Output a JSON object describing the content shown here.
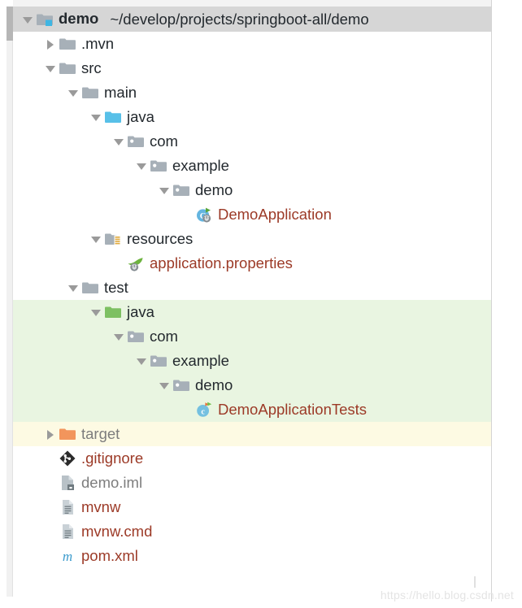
{
  "panel": {
    "name": "project-tool-window",
    "watermark": "https://hello.blog.csdn.net"
  },
  "colors": {
    "header_background": "#d6d6d6",
    "test_source_highlight": "#e9f5e1",
    "excluded_highlight": "#fdfae3",
    "folder_grey": "#a7b0b8",
    "source_root_blue": "#58c0e8",
    "test_root_green": "#7dc062",
    "excluded_orange": "#f2955c",
    "file_text_rust": "#9c3a27",
    "file_text_grey": "#7d7d7d",
    "text_dark": "#23292e"
  },
  "tree": {
    "root": {
      "label": "demo",
      "path": "~/develop/projects/springboot-all/demo",
      "icon": "project-folder-icon",
      "state": "expanded"
    },
    "nodes": [
      {
        "label": ".mvn",
        "icon": "folder-icon",
        "state": "collapsed",
        "depth": 1,
        "text_color": "dark",
        "row_bg": "none"
      },
      {
        "label": "src",
        "icon": "folder-icon",
        "state": "expanded",
        "depth": 1,
        "text_color": "dark",
        "row_bg": "none"
      },
      {
        "label": "main",
        "icon": "folder-icon",
        "state": "expanded",
        "depth": 2,
        "text_color": "dark",
        "row_bg": "none"
      },
      {
        "label": "java",
        "icon": "source-root-icon",
        "state": "expanded",
        "depth": 3,
        "text_color": "dark",
        "row_bg": "none"
      },
      {
        "label": "com",
        "icon": "package-icon",
        "state": "expanded",
        "depth": 4,
        "text_color": "dark",
        "row_bg": "none"
      },
      {
        "label": "example",
        "icon": "package-icon",
        "state": "expanded",
        "depth": 5,
        "text_color": "dark",
        "row_bg": "none"
      },
      {
        "label": "demo",
        "icon": "package-icon",
        "state": "expanded",
        "depth": 6,
        "text_color": "dark",
        "row_bg": "none"
      },
      {
        "label": "DemoApplication",
        "icon": "spring-boot-class-icon",
        "state": "leaf",
        "depth": 7,
        "text_color": "rust",
        "row_bg": "none"
      },
      {
        "label": "resources",
        "icon": "resources-folder-icon",
        "state": "expanded",
        "depth": 3,
        "text_color": "dark",
        "row_bg": "none"
      },
      {
        "label": "application.properties",
        "icon": "spring-leaf-icon",
        "state": "leaf",
        "depth": 4,
        "text_color": "rust",
        "row_bg": "none"
      },
      {
        "label": "test",
        "icon": "folder-icon",
        "state": "expanded",
        "depth": 2,
        "text_color": "dark",
        "row_bg": "none"
      },
      {
        "label": "java",
        "icon": "test-root-icon",
        "state": "expanded",
        "depth": 3,
        "text_color": "dark",
        "row_bg": "green"
      },
      {
        "label": "com",
        "icon": "package-icon",
        "state": "expanded",
        "depth": 4,
        "text_color": "dark",
        "row_bg": "green"
      },
      {
        "label": "example",
        "icon": "package-icon",
        "state": "expanded",
        "depth": 5,
        "text_color": "dark",
        "row_bg": "green"
      },
      {
        "label": "demo",
        "icon": "package-icon",
        "state": "expanded",
        "depth": 6,
        "text_color": "dark",
        "row_bg": "green"
      },
      {
        "label": "DemoApplicationTests",
        "icon": "test-class-icon",
        "state": "leaf",
        "depth": 7,
        "text_color": "rust",
        "row_bg": "green"
      },
      {
        "label": "target",
        "icon": "excluded-folder-icon",
        "state": "collapsed",
        "depth": 1,
        "text_color": "grey",
        "row_bg": "yellow"
      },
      {
        "label": ".gitignore",
        "icon": "git-icon",
        "state": "leaf",
        "depth": 1,
        "text_color": "rust",
        "row_bg": "none"
      },
      {
        "label": "demo.iml",
        "icon": "module-file-icon",
        "state": "leaf",
        "depth": 1,
        "text_color": "grey",
        "row_bg": "none"
      },
      {
        "label": "mvnw",
        "icon": "text-file-icon",
        "state": "leaf",
        "depth": 1,
        "text_color": "rust",
        "row_bg": "none"
      },
      {
        "label": "mvnw.cmd",
        "icon": "text-file-icon",
        "state": "leaf",
        "depth": 1,
        "text_color": "rust",
        "row_bg": "none"
      },
      {
        "label": "pom.xml",
        "icon": "maven-icon",
        "state": "leaf",
        "depth": 1,
        "text_color": "rust",
        "row_bg": "none"
      }
    ]
  }
}
